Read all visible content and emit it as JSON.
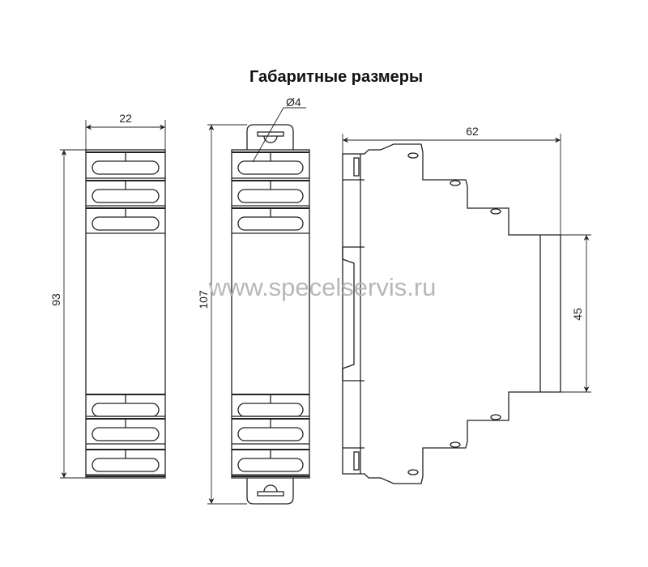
{
  "title": "Габаритные размеры",
  "dimensions": {
    "width_front": "22",
    "height_body": "93",
    "height_total": "107",
    "hole_diameter": "Ø4",
    "depth": "62",
    "front_face_height": "45"
  },
  "watermark": "www.specelservis.ru"
}
